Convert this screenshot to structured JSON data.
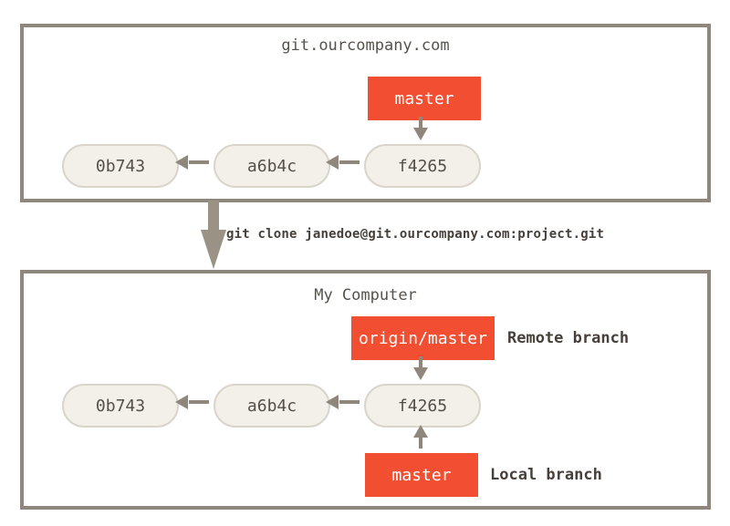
{
  "server": {
    "title": "git.ourcompany.com",
    "branch_label": "master",
    "commits": [
      "0b743",
      "a6b4c",
      "f4265"
    ]
  },
  "clone": {
    "command": "git clone janedoe@git.ourcompany.com:project.git"
  },
  "local": {
    "title": "My Computer",
    "remote_branch_label": "origin/master",
    "remote_branch_annotation": "Remote branch",
    "local_branch_label": "master",
    "local_branch_annotation": "Local branch",
    "commits": [
      "0b743",
      "a6b4c",
      "f4265"
    ]
  },
  "colors": {
    "branch_bg": "#f14e32",
    "branch_text": "#ffffff",
    "commit_bg": "#f2f0e9",
    "commit_border": "#d9d5cb",
    "commit_text": "#544f49",
    "box_border": "#8e877d",
    "title_text": "#57524c",
    "annotation_text": "#47403a",
    "arrow_small": "#8f877c",
    "arrow_big": "#9b9286",
    "background": "#ffffff"
  }
}
